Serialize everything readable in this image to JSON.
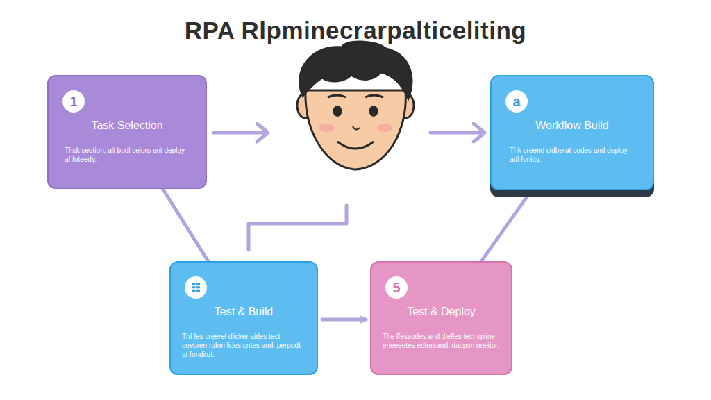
{
  "diagram": {
    "title": "RPA Rlpminecrarpalticeliting",
    "nodes": [
      {
        "text": [
          "1",
          "Task Selection",
          "Thsk seotion, alt bodl ceiors ent deploy af foteedy."
        ]
      },
      {
        "text": [
          "a",
          "Workflow Build",
          "Thk creend cidberat codes and deploy adl fonitty."
        ]
      },
      {
        "text": [
          "Test & Build",
          "Thf fes creerel dlicker aides tect coebren rofori lides cntes and. perpodt at fonditut."
        ]
      },
      {
        "text": [
          "5",
          "Test & Deploy",
          "The ffessodes and diefles tect opiine eneeeetes edtersand. dacpon oneitor."
        ]
      }
    ],
    "edges": [
      {
        "from": 1,
        "to": 3,
        "arrow": "none"
      },
      {
        "from": 2,
        "to": 3,
        "arrow": "to"
      },
      {
        "from": 2,
        "to": 0,
        "arrow": "to"
      }
    ]
  }
}
